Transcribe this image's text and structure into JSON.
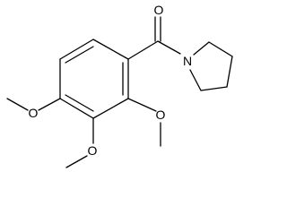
{
  "molecule": {
    "atoms": {
      "carbonyl_oxygen": "O",
      "amide_nitrogen": "N",
      "methoxy_left_oxygen": "O",
      "methoxy_bottom_oxygen": "O",
      "methoxy_right_oxygen": "O"
    },
    "colors": {
      "bond": "#000000",
      "label": "#000000",
      "background": "#ffffff"
    }
  }
}
